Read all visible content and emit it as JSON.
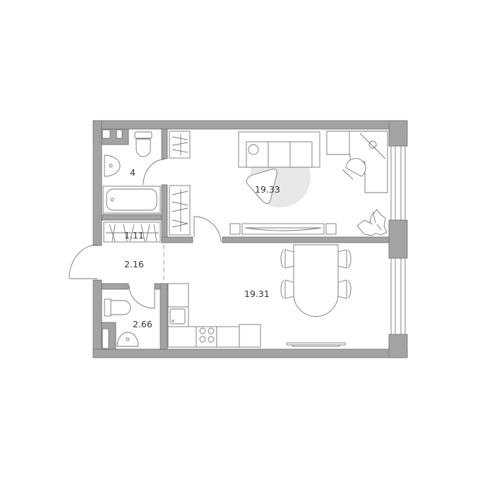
{
  "plan": {
    "rooms": [
      {
        "id": "bathroom",
        "area": "4"
      },
      {
        "id": "living-room",
        "area": "19.33"
      },
      {
        "id": "closet",
        "area": "1.11"
      },
      {
        "id": "hallway",
        "area": "2.16"
      },
      {
        "id": "kitchen",
        "area": "19.31"
      },
      {
        "id": "toilet",
        "area": "2.66"
      }
    ],
    "colors": {
      "wall": "#a3a3a3",
      "line": "#777777",
      "rug": "#e8e8e8"
    }
  }
}
